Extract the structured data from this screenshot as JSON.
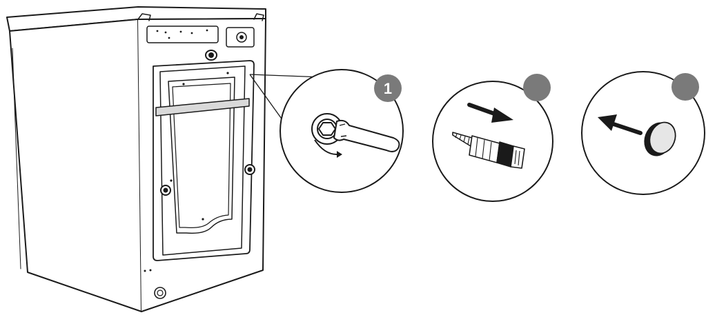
{
  "diagram": {
    "steps": [
      {
        "badge_label": "1",
        "content": "wrench-loosening-transit-bolt"
      },
      {
        "badge_label": "",
        "content": "remove-transit-bolt"
      },
      {
        "badge_label": "",
        "content": "insert-cover-cap"
      }
    ]
  },
  "colors": {
    "line": "#1a1a1a",
    "badge": "#7a7a7a",
    "transit_bar": "#d9d9d9",
    "cap_fill": "#e6e6e6",
    "background": "#ffffff"
  }
}
